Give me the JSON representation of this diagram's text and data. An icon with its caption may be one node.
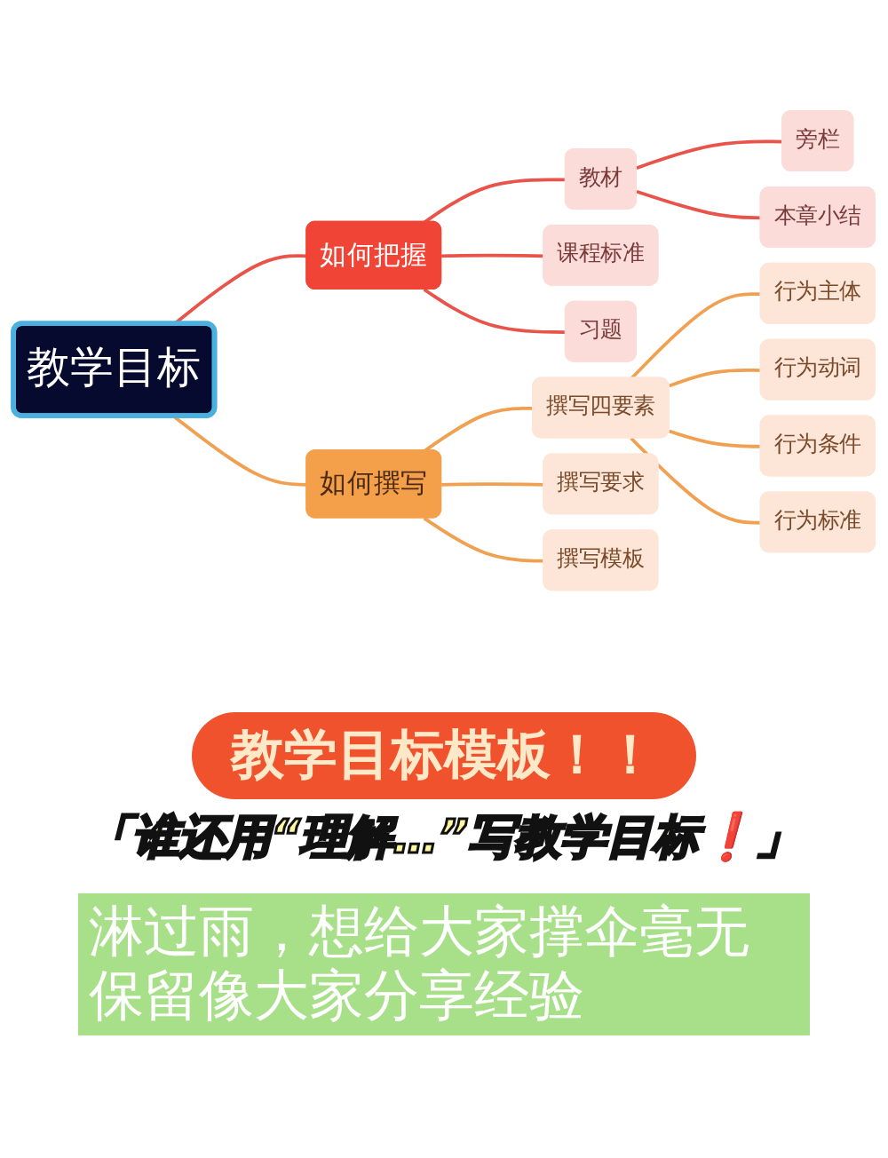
{
  "diagram": {
    "title": "教学目标模板！！",
    "nodes": [
      {
        "text": [
          "教学目标"
        ]
      },
      {
        "text": [
          "如何把握"
        ]
      },
      {
        "text": [
          "教材"
        ]
      },
      {
        "text": [
          "旁栏"
        ]
      },
      {
        "text": [
          "本章小结"
        ]
      },
      {
        "text": [
          "课程标准"
        ]
      },
      {
        "text": [
          "习题"
        ]
      },
      {
        "text": [
          "如何撰写"
        ]
      },
      {
        "text": [
          "撰写四要素"
        ]
      },
      {
        "text": [
          "行为主体"
        ]
      },
      {
        "text": [
          "行为动词"
        ]
      },
      {
        "text": [
          "行为条件"
        ]
      },
      {
        "text": [
          "行为标准"
        ]
      },
      {
        "text": [
          "撰写要求"
        ]
      },
      {
        "text": [
          "撰写模板"
        ]
      }
    ],
    "edges": [
      {
        "from": 0,
        "to": 1,
        "arrow": "none",
        "color": "#e8534a"
      },
      {
        "from": 1,
        "to": 2,
        "arrow": "none",
        "color": "#e8534a"
      },
      {
        "from": 2,
        "to": 3,
        "arrow": "none",
        "color": "#e8534a"
      },
      {
        "from": 2,
        "to": 4,
        "arrow": "none",
        "color": "#e8534a"
      },
      {
        "from": 1,
        "to": 5,
        "arrow": "none",
        "color": "#e8534a"
      },
      {
        "from": 1,
        "to": 6,
        "arrow": "none",
        "color": "#e8534a"
      },
      {
        "from": 0,
        "to": 7,
        "arrow": "none"
      },
      {
        "from": 7,
        "to": 8,
        "arrow": "none"
      },
      {
        "from": 8,
        "to": 9,
        "arrow": "none"
      },
      {
        "from": 8,
        "to": 10,
        "arrow": "none"
      },
      {
        "from": 8,
        "to": 11,
        "arrow": "none"
      },
      {
        "from": 8,
        "to": 12,
        "arrow": "none"
      },
      {
        "from": 7,
        "to": 13,
        "arrow": "none"
      },
      {
        "from": 7,
        "to": 14,
        "arrow": "none"
      }
    ],
    "labels": [
      "「谁还用“理解…”写教学目标❗」",
      "淋过雨，想给大家撑伞毫无保留像大家分享经验"
    ]
  }
}
